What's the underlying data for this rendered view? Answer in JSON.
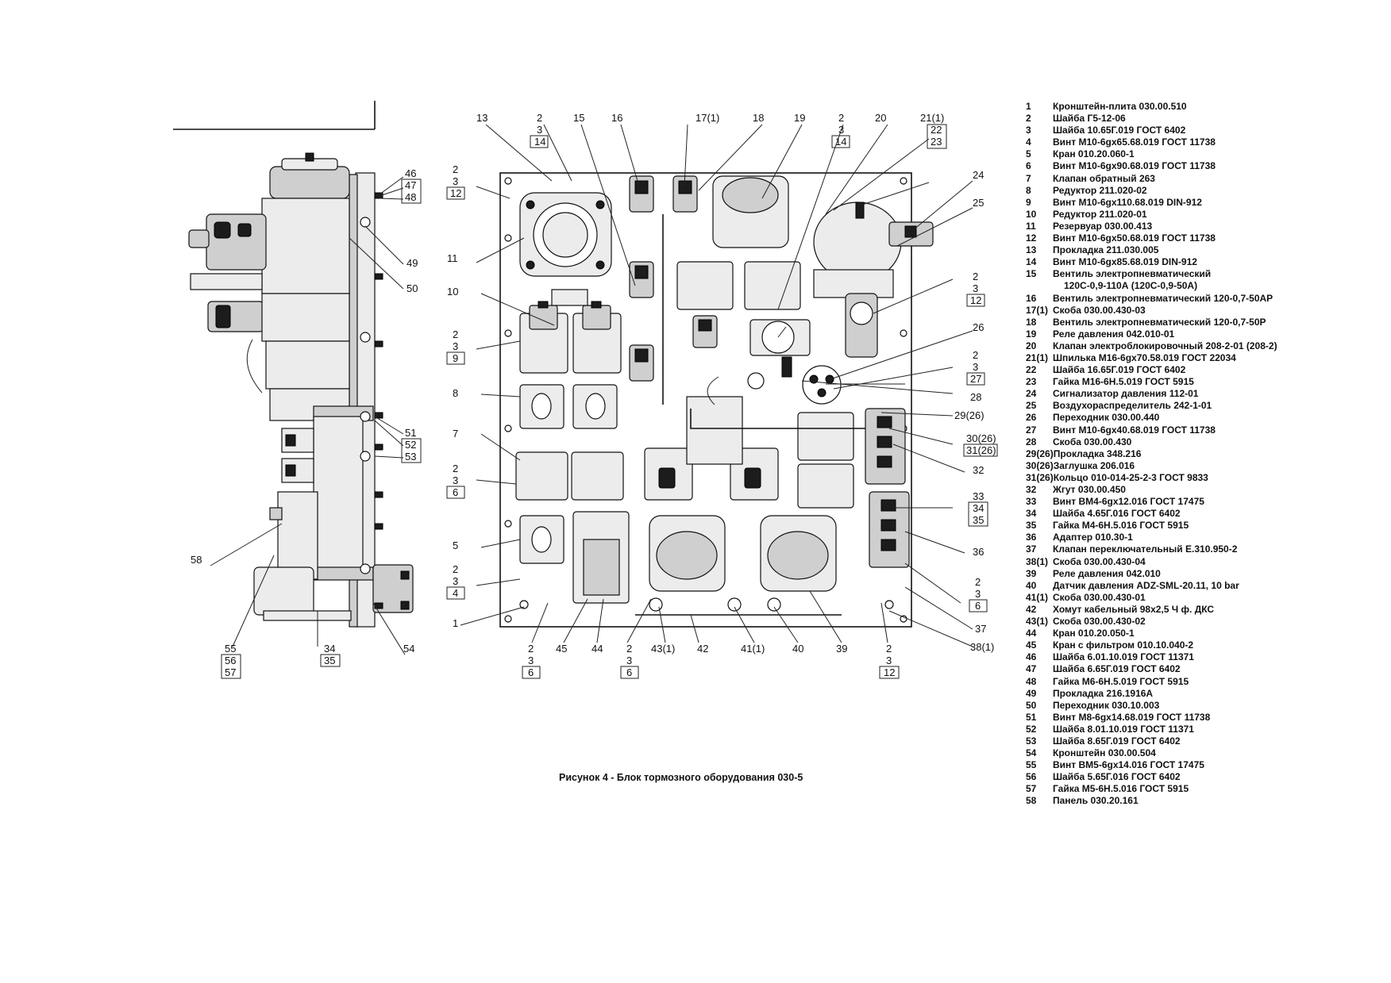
{
  "caption": "Рисунок 4 - Блок тормозного оборудования 030-5",
  "parts": [
    {
      "num": "1",
      "name": "Кронштейн-плита 030.00.510"
    },
    {
      "num": "2",
      "name": "Шайба Г5-12-06"
    },
    {
      "num": "3",
      "name": "Шайба 10.65Г.019 ГОСТ 6402"
    },
    {
      "num": "4",
      "name": "Винт М10-6gx65.68.019 ГОСТ 11738"
    },
    {
      "num": "5",
      "name": "Кран 010.20.060-1"
    },
    {
      "num": "6",
      "name": "Винт М10-6gx90.68.019 ГОСТ 11738"
    },
    {
      "num": "7",
      "name": "Клапан обратный 263"
    },
    {
      "num": "8",
      "name": "Редуктор 211.020-02"
    },
    {
      "num": "9",
      "name": "Винт М10-6gx110.68.019 DIN-912"
    },
    {
      "num": "10",
      "name": "Редуктор 211.020-01"
    },
    {
      "num": "11",
      "name": "Резервуар 030.00.413"
    },
    {
      "num": "12",
      "name": "Винт М10-6gx50.68.019 ГОСТ 11738"
    },
    {
      "num": "13",
      "name": "Прокладка 211.030.005"
    },
    {
      "num": "14",
      "name": "Винт М10-6gx85.68.019 DIN-912"
    },
    {
      "num": "15",
      "name": "Вентиль электропневматический"
    },
    {
      "num": "",
      "name": "120С-0,9-110А (120С-0,9-50А)"
    },
    {
      "num": "16",
      "name": "Вентиль электропневматический 120-0,7-50АР"
    },
    {
      "num": "17(1)",
      "name": "Скоба 030.00.430-03"
    },
    {
      "num": "18",
      "name": "Вентиль электропневматический 120-0,7-50Р"
    },
    {
      "num": "19",
      "name": "Реле давления 042.010-01"
    },
    {
      "num": "20",
      "name": "Клапан электроблокировочный 208-2-01 (208-2)"
    },
    {
      "num": "21(1)",
      "name": "Шпилька М16-6gx70.58.019 ГОСТ 22034"
    },
    {
      "num": "22",
      "name": "Шайба 16.65Г.019 ГОСТ 6402"
    },
    {
      "num": "23",
      "name": "Гайка М16-6Н.5.019 ГОСТ 5915"
    },
    {
      "num": "24",
      "name": "Сигнализатор давления 112-01"
    },
    {
      "num": "25",
      "name": "Воздухораспределитель 242-1-01"
    },
    {
      "num": "26",
      "name": "Переходник 030.00.440"
    },
    {
      "num": "27",
      "name": "Винт М10-6gx40.68.019 ГОСТ 11738"
    },
    {
      "num": "28",
      "name": "Скоба 030.00.430"
    },
    {
      "num": "29(26)",
      "name": "Прокладка 348.216"
    },
    {
      "num": "30(26)",
      "name": "Заглушка 206.016"
    },
    {
      "num": "31(26)",
      "name": "Кольцо 010-014-25-2-3 ГОСТ 9833"
    },
    {
      "num": "32",
      "name": "Жгут 030.00.450"
    },
    {
      "num": "33",
      "name": "Винт ВМ4-6gx12.016 ГОСТ 17475"
    },
    {
      "num": "34",
      "name": "Шайба 4.65Г.016 ГОСТ 6402"
    },
    {
      "num": "35",
      "name": "Гайка М4-6Н.5.016 ГОСТ 5915"
    },
    {
      "num": "36",
      "name": "Адаптер 010.30-1"
    },
    {
      "num": "37",
      "name": "Клапан переключательный Е.310.950-2"
    },
    {
      "num": "38(1)",
      "name": "Скоба 030.00.430-04"
    },
    {
      "num": "39",
      "name": "Реле давления 042.010"
    },
    {
      "num": "40",
      "name": "Датчик давления ADZ-SML-20.11, 10 bar"
    },
    {
      "num": "41(1)",
      "name": "Скоба 030.00.430-01"
    },
    {
      "num": "42",
      "name": "Хомут кабельный 98x2,5 Ч ф. ДКС"
    },
    {
      "num": "43(1)",
      "name": "Скоба 030.00.430-02"
    },
    {
      "num": "44",
      "name": "Кран 010.20.050-1"
    },
    {
      "num": "45",
      "name": "Кран с фильтром 010.10.040-2"
    },
    {
      "num": "46",
      "name": "Шайба 6.01.10.019 ГОСТ 11371"
    },
    {
      "num": "47",
      "name": "Шайба 6.65Г.019 ГОСТ 6402"
    },
    {
      "num": "48",
      "name": "Гайка М6-6Н.5.019 ГОСТ 5915"
    },
    {
      "num": "49",
      "name": "Прокладка 216.1916А"
    },
    {
      "num": "50",
      "name": "Переходник 030.10.003"
    },
    {
      "num": "51",
      "name": "Винт М8-6gx14.68.019 ГОСТ 11738"
    },
    {
      "num": "52",
      "name": "Шайба 8.01.10.019 ГОСТ 11371"
    },
    {
      "num": "53",
      "name": "Шайба 8.65Г.019 ГОСТ 6402"
    },
    {
      "num": "54",
      "name": "Кронштейн 030.00.504"
    },
    {
      "num": "55",
      "name": "Винт ВМ5-6gx14.016 ГОСТ 17475"
    },
    {
      "num": "56",
      "name": "Шайба 5.65Г.016 ГОСТ 6402"
    },
    {
      "num": "57",
      "name": "Гайка М5-6Н.5.016 ГОСТ 5915"
    },
    {
      "num": "58",
      "name": "Панель 030.20.161"
    }
  ],
  "callouts": {
    "c13": "13",
    "c2a": "2",
    "c3a": "3",
    "c14a": "14",
    "c15": "15",
    "c16": "16",
    "c17": "17(1)",
    "c18": "18",
    "c19": "19",
    "c2b": "2",
    "c3b": "3",
    "c14b": "14",
    "c20": "20",
    "c21": "21(1)",
    "c22": "22",
    "c23": "23",
    "c2c": "2",
    "c3c": "3",
    "c12c": "12",
    "c11": "11",
    "c10": "10",
    "c2d": "2",
    "c3d": "3",
    "c9d": "9",
    "c8": "8",
    "c7": "7",
    "c2e": "2",
    "c3e": "3",
    "c6e": "6",
    "c5": "5",
    "c2f": "2",
    "c3f": "3",
    "c4f": "4",
    "c1": "1",
    "c24": "24",
    "c25": "25",
    "c2g": "2",
    "c3g": "3",
    "c12g": "12",
    "c26": "26",
    "c2h": "2",
    "c3h": "3",
    "c27": "27",
    "c28": "28",
    "c29": "29(26)",
    "c30": "30(26)",
    "c31": "31(26)",
    "c32": "32",
    "c33": "33",
    "c34": "34",
    "c35": "35",
    "c36": "36",
    "c2i": "2",
    "c3i": "3",
    "c6i": "6",
    "c37": "37",
    "c38": "38(1)",
    "b2a": "2",
    "b3a": "3",
    "b6a": "6",
    "b45": "45",
    "b44": "44",
    "b2b": "2",
    "b3b": "3",
    "b6b": "6",
    "b43": "43(1)",
    "b42": "42",
    "b41": "41(1)",
    "b40": "40",
    "b39": "39",
    "b2c": "2",
    "b3c": "3",
    "b12c": "12",
    "s46": "46",
    "s47": "47",
    "s48": "48",
    "s49": "49",
    "s50": "50",
    "s51": "51",
    "s52": "52",
    "s53": "53",
    "s58": "58",
    "s55": "55",
    "s56": "56",
    "s57": "57",
    "s34": "34",
    "s35": "35",
    "s54": "54"
  }
}
